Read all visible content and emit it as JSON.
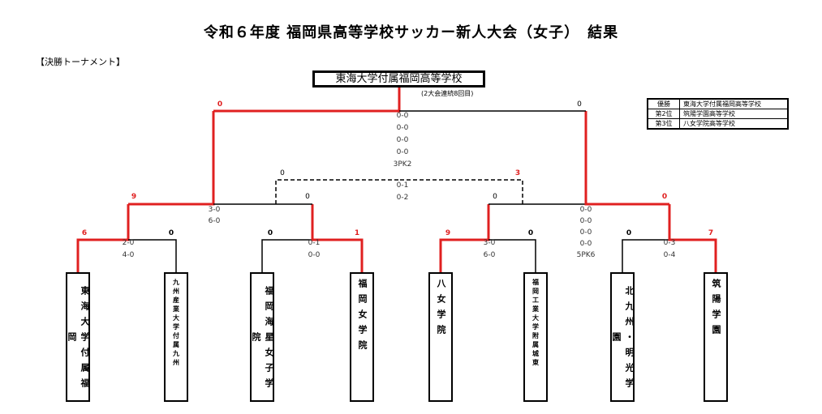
{
  "title": "令和６年度 福岡県高等学校サッカー新人大会（女子）　結果",
  "section": "【決勝トーナメント】",
  "champion": {
    "name": "東海大学付属福岡高等学校",
    "note": "(2大会連続8回目)"
  },
  "ranking": [
    {
      "pos": "優勝",
      "name": "東海大学付属福岡高等学校"
    },
    {
      "pos": "第2位",
      "name": "筑陽学園高等学校"
    },
    {
      "pos": "第3位",
      "name": "八女学院高等学校"
    }
  ],
  "teams": [
    "東海大学付属福岡",
    "九州産業大学付属九州",
    "福岡海星女子学院",
    "福岡女学院",
    "八女学院",
    "福岡工業大学附属城東",
    "北九州・明光学園",
    "筑陽学園"
  ],
  "r1": {
    "m1": {
      "left": "6",
      "right": "0",
      "s1": "2-0",
      "s2": "4-0"
    },
    "m2": {
      "left": "0",
      "right": "1",
      "s1": "0-1",
      "s2": "0-0"
    },
    "m3": {
      "left": "9",
      "right": "0",
      "s1": "3-0",
      "s2": "6-0"
    },
    "m4": {
      "left": "0",
      "right": "7",
      "s1": "0-3",
      "s2": "0-4"
    }
  },
  "sf": {
    "left": {
      "top": "9",
      "bottom": "0",
      "s1": "3-0",
      "s2": "6-0"
    },
    "right": {
      "top": "0",
      "bottom": "0",
      "s1": "0-0",
      "s2": "0-0",
      "s3": "0-0",
      "s4": "0-0",
      "s5": "5PK6"
    }
  },
  "third": {
    "left": "0",
    "right": "3",
    "s1": "0-1",
    "s2": "0-2"
  },
  "final": {
    "left": "0",
    "right": "0",
    "s1": "0-0",
    "s2": "0-0",
    "s3": "0-0",
    "s4": "0-0",
    "s5": "3PK2"
  },
  "colors": {
    "win": "#e02020",
    "lose": "#000000"
  }
}
